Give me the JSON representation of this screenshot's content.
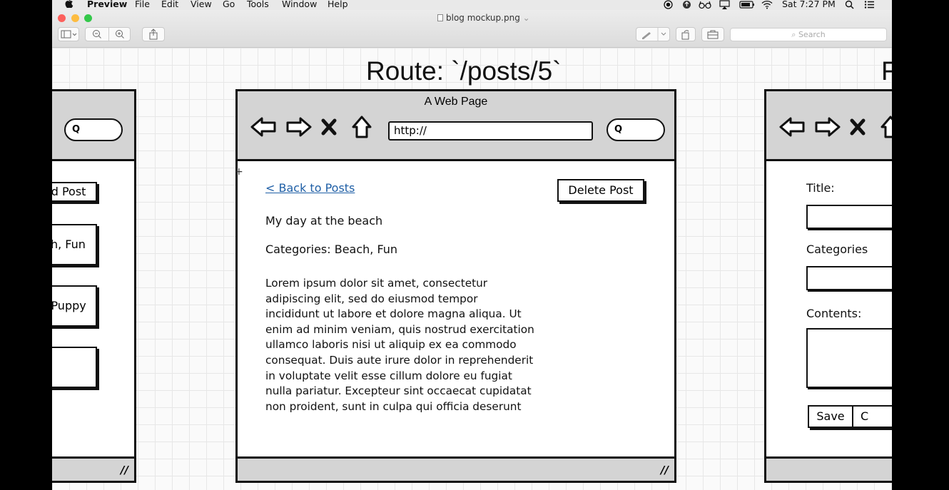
{
  "menubar": {
    "apple": "",
    "app": "Preview",
    "items": [
      "File",
      "Edit",
      "View",
      "Go",
      "Tools",
      "Window",
      "Help"
    ],
    "clock": "Sat 7:27 PM"
  },
  "window": {
    "doc_title": "blog mockup.png",
    "search_placeholder": "Search"
  },
  "mockups": {
    "left": {
      "add_post": "dd Post",
      "card1": "ch, Fun",
      "card2": ", Puppy"
    },
    "center": {
      "route": "Route: `/posts/5`",
      "page_title": "A Web Page",
      "url": "http://",
      "back_link": "< Back to Posts",
      "delete_button": "Delete Post",
      "post_title": "My day at the beach",
      "categories": "Categories: Beach, Fun",
      "body_lines": [
        "Lorem ipsum dolor sit amet, consectetur",
        "adipiscing elit, sed do eiusmod tempor",
        "incididunt ut labore et dolore magna aliqua. Ut",
        "enim ad minim veniam, quis nostrud exercitation",
        "ullamco laboris nisi ut aliquip ex ea commodo",
        "consequat. Duis aute irure dolor in reprehenderit",
        "in voluptate velit esse cillum dolore eu fugiat",
        "nulla pariatur. Excepteur sint occaecat cupidatat",
        "non proident, sunt in culpa qui officia deserunt"
      ]
    },
    "right": {
      "route_partial": "F",
      "title_label": "Title:",
      "categories_label": "Categories",
      "contents_label": "Contents:",
      "save_button": "Save",
      "cancel_partial": "C"
    }
  },
  "colors": {
    "link": "#1f5fa6",
    "close": "#fc605c",
    "minimize": "#fdbc40",
    "zoom": "#34c84a"
  }
}
